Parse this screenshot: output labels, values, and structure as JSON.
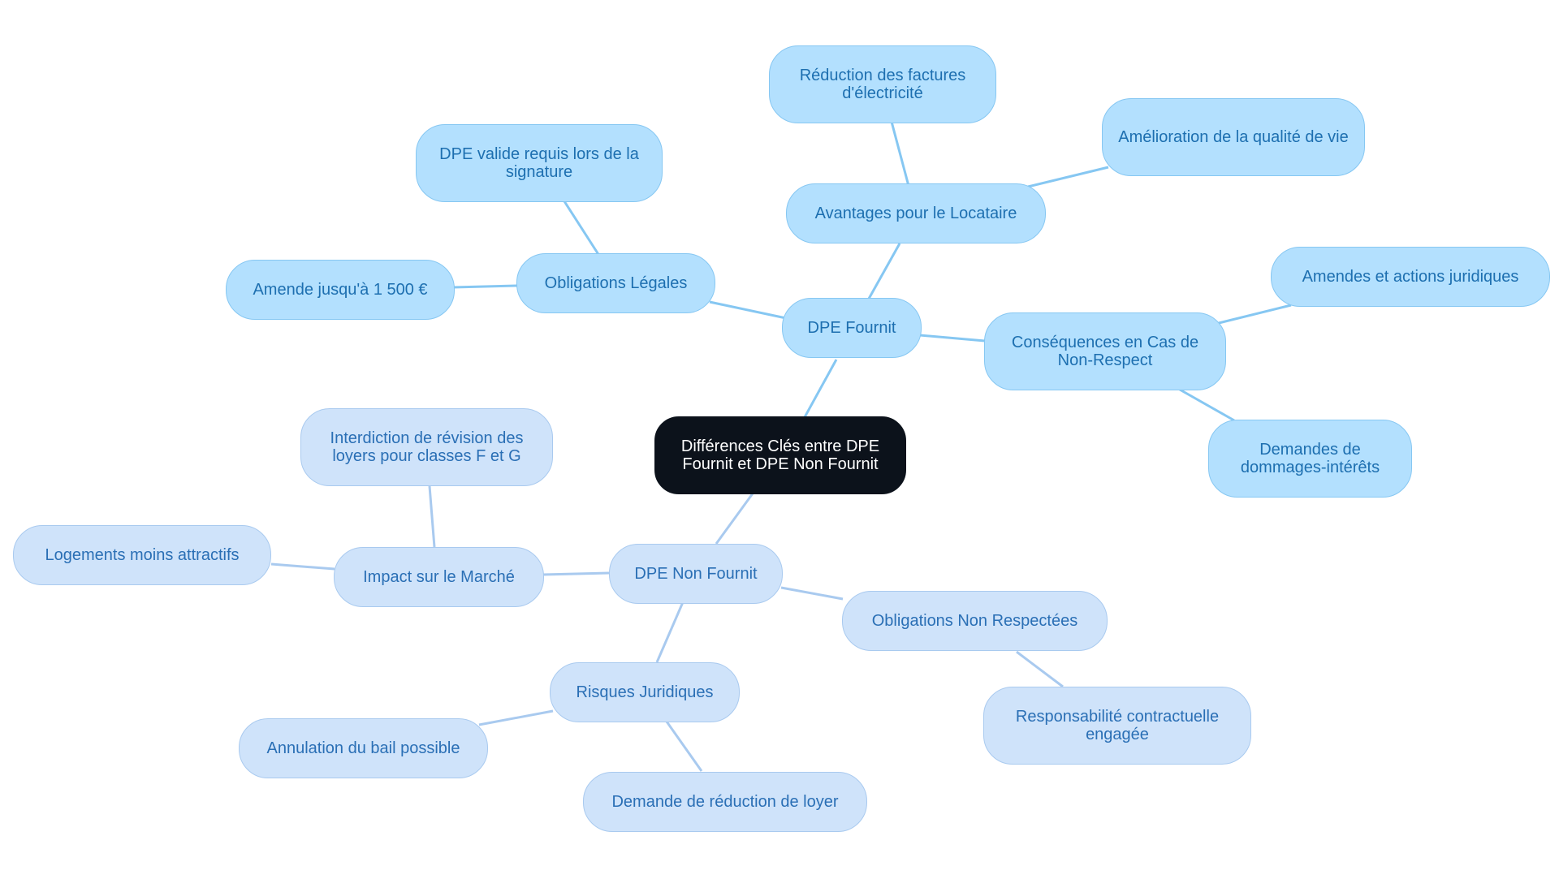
{
  "diagram": {
    "root": "Différences Clés entre DPE Fournit et DPE Non Fournit",
    "branches": [
      {
        "label": "DPE Fournit",
        "children": [
          {
            "label": "Obligations Légales",
            "children": [
              "DPE valide requis lors de la signature",
              "Amende jusqu'à 1 500 €"
            ]
          },
          {
            "label": "Avantages pour le Locataire",
            "children": [
              "Réduction des factures d'électricité",
              "Amélioration de la qualité de vie"
            ]
          },
          {
            "label": "Conséquences en Cas de Non-Respect",
            "children": [
              "Amendes et actions juridiques",
              "Demandes de dommages-intérêts"
            ]
          }
        ]
      },
      {
        "label": "DPE Non Fournit",
        "children": [
          {
            "label": "Impact sur le Marché",
            "children": [
              "Interdiction de révision des loyers pour classes F et G",
              "Logements moins attractifs"
            ]
          },
          {
            "label": "Risques Juridiques",
            "children": [
              "Annulation du bail possible",
              "Demande de réduction de loyer"
            ]
          },
          {
            "label": "Obligations Non Respectées",
            "children": [
              "Responsabilité contractuelle engagée"
            ]
          }
        ]
      }
    ],
    "colors": {
      "root_fill": "#0c121b",
      "branch_fournit_fill": "#b3e0fe",
      "branch_fournit_line": "#86c7f2",
      "branch_non_fournit_fill": "#cfe3fa",
      "branch_non_fournit_line": "#a9caef"
    }
  }
}
